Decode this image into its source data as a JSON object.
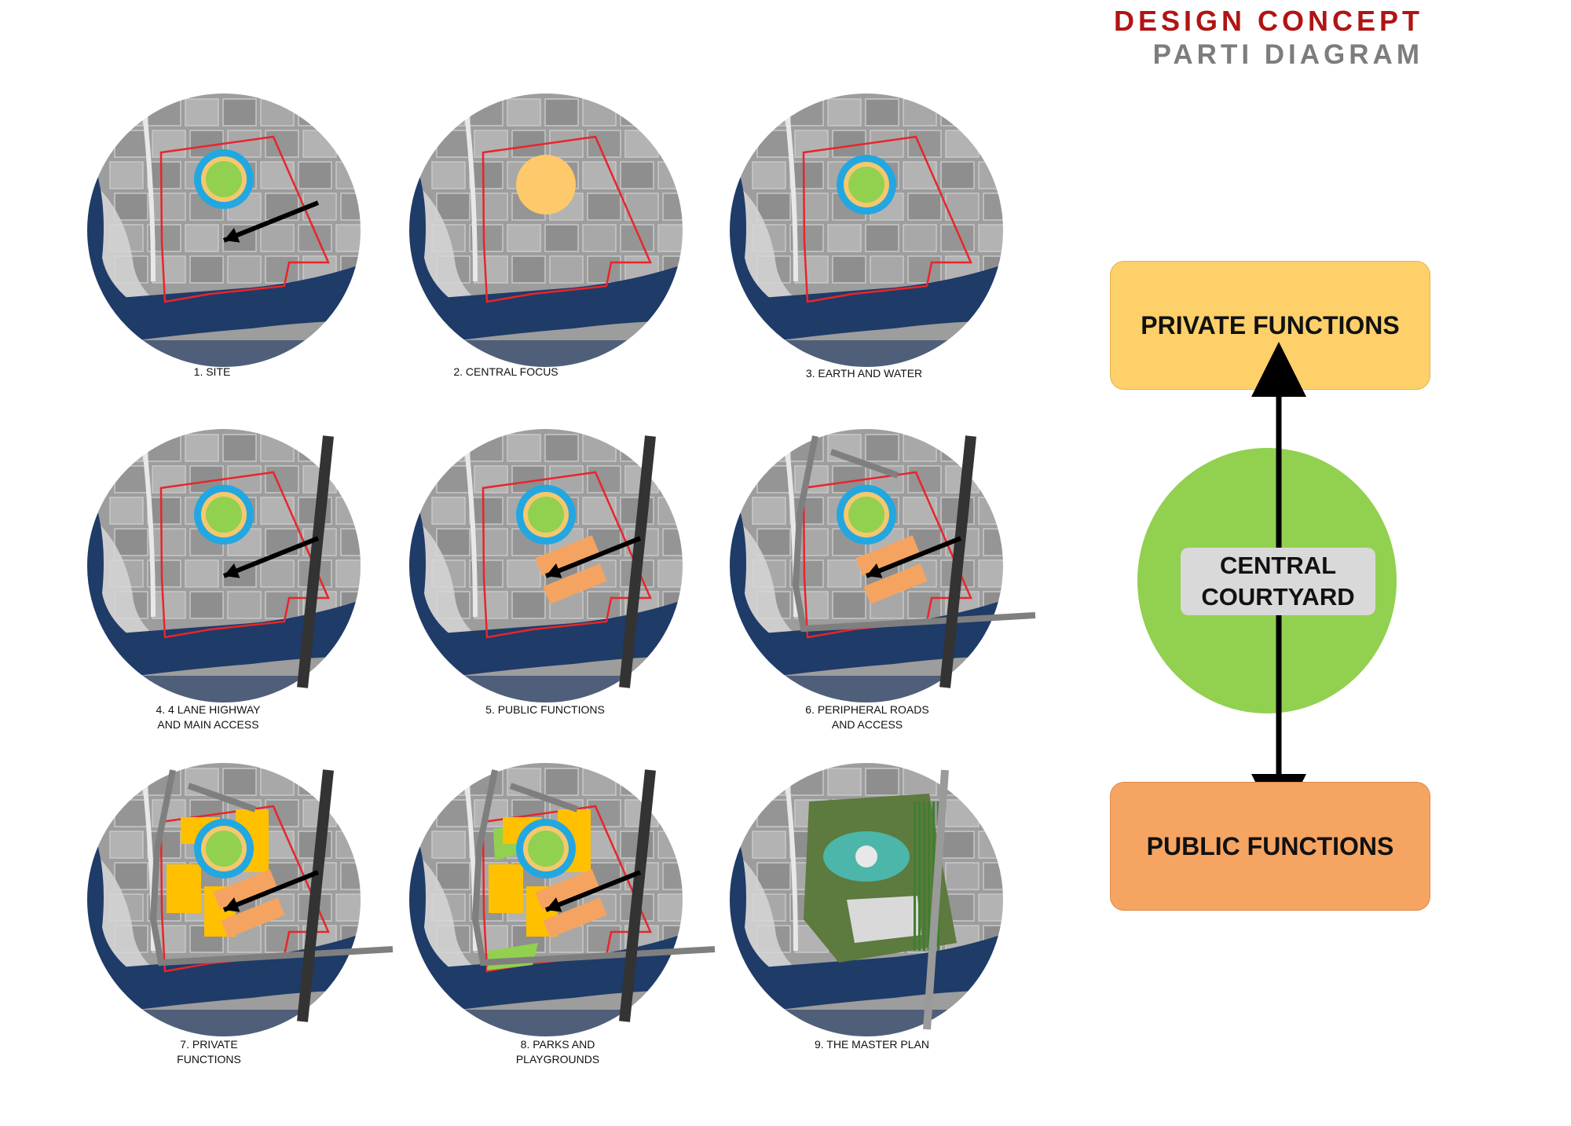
{
  "header": {
    "title": "DESIGN CONCEPT",
    "subtitle": "PARTI DIAGRAM"
  },
  "colors": {
    "title": "#b01414",
    "subtitle": "#7d7d7d",
    "site_boundary": "#e8252b",
    "central_focus": "#fdc96a",
    "water_ring": "#23a7e0",
    "earth_ring": "#f5c86e",
    "green_core": "#92d050",
    "public": "#f4a460",
    "private": "#ffc000",
    "parks": "#92d050",
    "roads": "#7f7f7f",
    "highway": "#333333",
    "sea": "#1f3b68"
  },
  "steps": [
    {
      "caption": "1. SITE"
    },
    {
      "caption": "2. CENTRAL FOCUS"
    },
    {
      "caption": "3. EARTH AND WATER"
    },
    {
      "caption": "4. 4 LANE HIGHWAY AND MAIN ACCESS"
    },
    {
      "caption": "5. PUBLIC FUNCTIONS"
    },
    {
      "caption": "6. PERIPHERAL ROADS AND ACCESS"
    },
    {
      "caption": "7. PRIVATE FUNCTIONS"
    },
    {
      "caption": "8. PARKS AND PLAYGROUNDS"
    },
    {
      "caption": "9. THE MASTER PLAN"
    }
  ],
  "diagram": {
    "top_box": "PRIVATE FUNCTIONS",
    "center": "CENTRAL COURTYARD",
    "bottom_box": "PUBLIC FUNCTIONS"
  }
}
